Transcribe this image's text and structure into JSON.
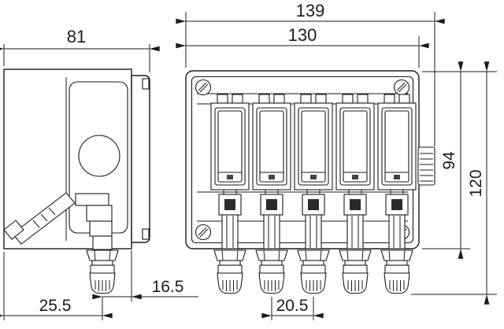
{
  "colors": {
    "background": "#ffffff",
    "line": "#1b1b1b"
  },
  "side_view": {
    "depth_dim": "81",
    "gland_offset_back_dim": "25.5",
    "gland_offset_front_dim": "16.5"
  },
  "front_view": {
    "overall_width_dim": "139",
    "enclosure_width_dim": "130",
    "enclosure_height_dim": "94",
    "overall_height_dim": "120",
    "gland_pitch_dim": "20.5"
  }
}
